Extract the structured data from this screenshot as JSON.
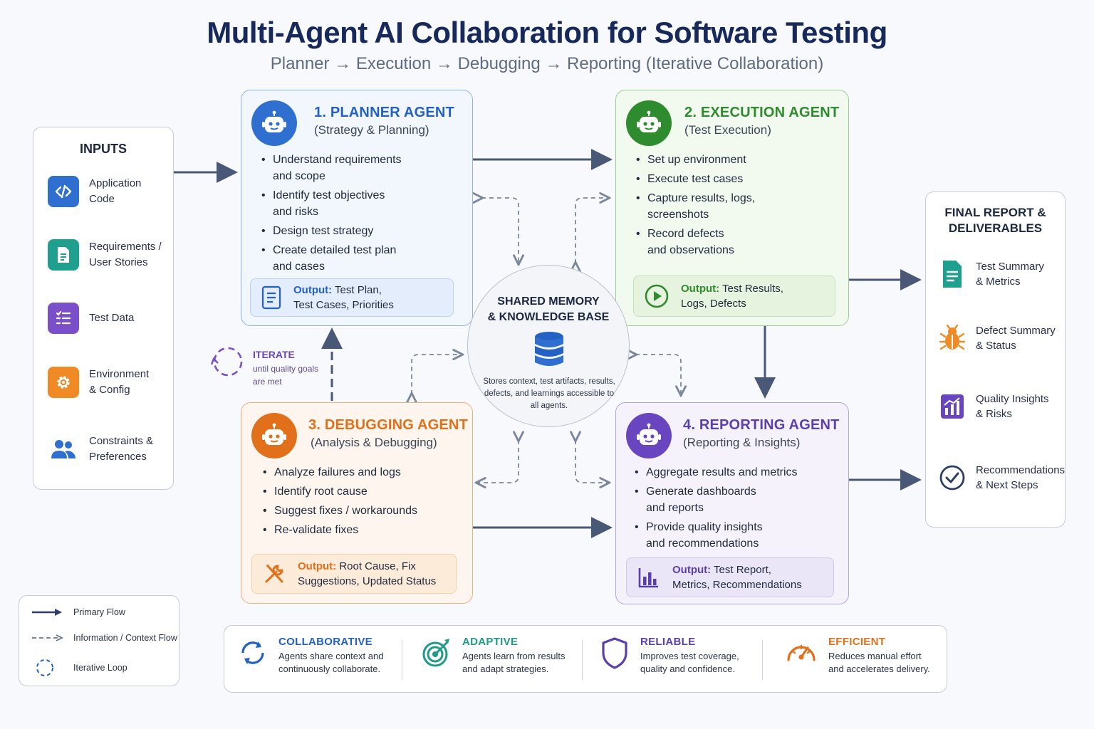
{
  "header": {
    "title": "Multi-Agent AI Collaboration for Software Testing",
    "subtitle": "Planner → Execution → Debugging → Reporting (Iterative Collaboration)"
  },
  "inputs": {
    "title": "INPUTS",
    "items": [
      {
        "label": "Application\nCode",
        "icon": "code-icon",
        "color": "#2f6fd0"
      },
      {
        "label": "Requirements /\nUser Stories",
        "icon": "document-icon",
        "color": "#1fa08e"
      },
      {
        "label": "Test Data",
        "icon": "checklist-icon",
        "color": "#7a4fc9"
      },
      {
        "label": "Environment\n& Config",
        "icon": "gear-icon",
        "color": "#f08a24"
      },
      {
        "label": "Constraints &\nPreferences",
        "icon": "users-icon",
        "color": "#2f6fd0"
      }
    ]
  },
  "agents": {
    "planner": {
      "name": "1. PLANNER AGENT",
      "subtitle": "(Strategy & Planning)",
      "color": "#2461c4",
      "bullets": [
        "Understand requirements\nand scope",
        "Identify test objectives\nand risks",
        "Design test strategy",
        "Create detailed test plan\nand cases"
      ],
      "output_label": "Output:",
      "output_text": "Test Plan,\nTest Cases, Priorities"
    },
    "execution": {
      "name": "2. EXECUTION AGENT",
      "subtitle": "(Test Execution)",
      "color": "#2e8b2e",
      "bullets": [
        "Set up environment",
        "Execute test cases",
        "Capture results, logs,\nscreenshots",
        "Record defects\nand observations"
      ],
      "output_label": "Output:",
      "output_text": "Test Results,\nLogs, Defects"
    },
    "debugging": {
      "name": "3. DEBUGGING AGENT",
      "subtitle": "(Analysis & Debugging)",
      "color": "#e2701a",
      "bullets": [
        "Analyze failures and logs",
        "Identify root cause",
        "Suggest fixes / workarounds",
        "Re-validate fixes"
      ],
      "output_label": "Output:",
      "output_text": "Root Cause, Fix\nSuggestions, Updated Status"
    },
    "reporting": {
      "name": "4. REPORTING AGENT",
      "subtitle": "(Reporting & Insights)",
      "color": "#5b3fb0",
      "bullets": [
        "Aggregate results and metrics",
        "Generate dashboards\nand reports",
        "Provide quality insights\nand recommendations"
      ],
      "output_label": "Output:",
      "output_text": "Test Report,\nMetrics, Recommendations"
    }
  },
  "memory": {
    "title": "SHARED MEMORY\n& KNOWLEDGE BASE",
    "text": "Stores context, test artifacts, results, defects, and learnings accessible to all agents."
  },
  "iterate": {
    "title": "ITERATE",
    "text": "until quality goals\nare met"
  },
  "final": {
    "title": "FINAL REPORT &\nDELIVERABLES",
    "items": [
      {
        "label": "Test Summary\n& Metrics",
        "icon": "document-icon",
        "color": "#1fa08e"
      },
      {
        "label": "Defect Summary\n& Status",
        "icon": "bug-icon",
        "color": "#f08a24"
      },
      {
        "label": "Quality Insights\n& Risks",
        "icon": "bar-chart-icon",
        "color": "#6a45c0"
      },
      {
        "label": "Recommendations\n& Next Steps",
        "icon": "check-circle-icon",
        "color": "#2c3e66"
      }
    ]
  },
  "legend": {
    "primary": "Primary Flow",
    "info": "Information / Context Flow",
    "loop": "Iterative Loop"
  },
  "benefits": [
    {
      "title": "COLLABORATIVE",
      "desc": "Agents share context and\ncontinuously collaborate.",
      "color": "#2461c4",
      "icon": "sync-icon"
    },
    {
      "title": "ADAPTIVE",
      "desc": "Agents learn from results\nand adapt strategies.",
      "color": "#1f9a8a",
      "icon": "target-icon"
    },
    {
      "title": "RELIABLE",
      "desc": "Improves test coverage,\nquality and confidence.",
      "color": "#5b3fb0",
      "icon": "shield-icon"
    },
    {
      "title": "EFFICIENT",
      "desc": "Reduces manual effort\nand accelerates delivery.",
      "color": "#e2701a",
      "icon": "gauge-icon"
    }
  ]
}
